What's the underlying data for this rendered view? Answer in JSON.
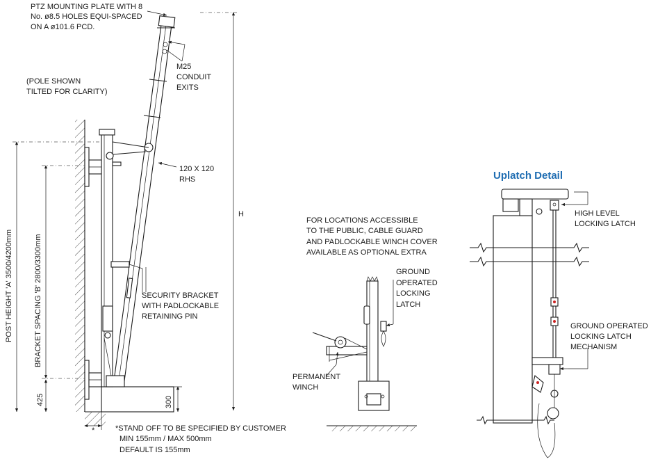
{
  "labels": {
    "ptz_plate": [
      "PTZ MOUNTING PLATE WITH 8",
      "No. ø8.5 HOLES EQUI-SPACED",
      "ON A ø101.6 PCD."
    ],
    "conduit": [
      "M25",
      "CONDUIT",
      "EXITS"
    ],
    "pole_tilted": [
      "(POLE SHOWN",
      "TILTED FOR CLARITY)"
    ],
    "rhs": [
      "120 X 120",
      "RHS"
    ],
    "height_marker": "H",
    "security_bracket": [
      "SECURITY BRACKET",
      "WITH PADLOCKABLE",
      "RETAINING PIN"
    ],
    "post_height": "POST HEIGHT 'A' 3500/4200mm",
    "bracket_spacing": "BRACKET SPACING 'B' 2800/3300mm",
    "dim_425": "425",
    "dim_300": "300",
    "star": "*",
    "stand_off": [
      "*STAND OFF TO BE SPECIFIED BY CUSTOMER",
      "MIN 155mm / MAX 500mm",
      "DEFAULT IS 155mm"
    ],
    "public_note": [
      "FOR LOCATIONS ACCESSIBLE",
      "TO THE PUBLIC, CABLE GUARD",
      "AND PADLOCKABLE WINCH COVER",
      "AVAILABLE AS OPTIONAL EXTRA"
    ],
    "ground_latch": [
      "GROUND",
      "OPERATED",
      "LOCKING",
      "LATCH"
    ],
    "permanent_winch": [
      "PERMANENT",
      "WINCH"
    ],
    "uplatch_title": "Uplatch Detail",
    "high_latch": [
      "HIGH LEVEL",
      "LOCKING LATCH"
    ],
    "ground_mechanism": [
      "GROUND OPERATED",
      "LOCKING LATCH",
      "MECHANISM"
    ]
  }
}
